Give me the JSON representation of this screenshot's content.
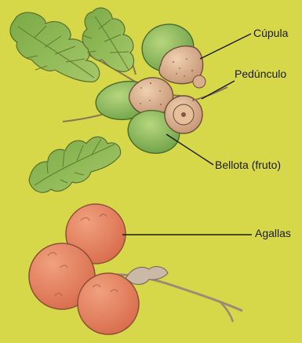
{
  "labels": {
    "cupula": "Cúpula",
    "peduncle": "Pedúnculo",
    "acorn": "Bellota (fruto)",
    "galls": "Agallas"
  },
  "colors": {
    "background": "#d6d84a",
    "leaf": "#8fbb52",
    "leafVein": "#5e7b2f",
    "acornGreen": "#8fbe5b",
    "cupula": "#d9b28d",
    "gall": "#e77e5b",
    "stem": "#b79c7e",
    "outline": "#4c3a2c"
  }
}
